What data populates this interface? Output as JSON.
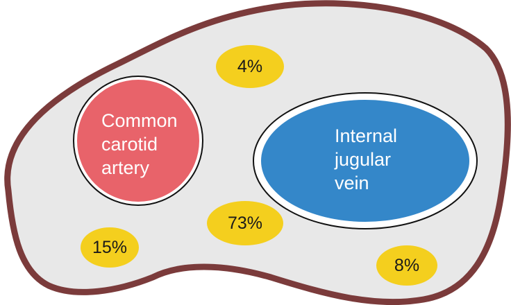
{
  "colors": {
    "outline": "#7b3b3b",
    "background": "#e8e8e8",
    "artery": "#e8636a",
    "vein": "#3487c9",
    "marker": "#f4cf1e"
  },
  "vessels": {
    "artery": {
      "lines": [
        "Common",
        "carotid",
        "artery"
      ]
    },
    "vein": {
      "lines": [
        "Internal",
        "jugular",
        "vein"
      ]
    }
  },
  "percentages": {
    "top": "4%",
    "center": "73%",
    "lower_left": "15%",
    "lower_right": "8%"
  }
}
